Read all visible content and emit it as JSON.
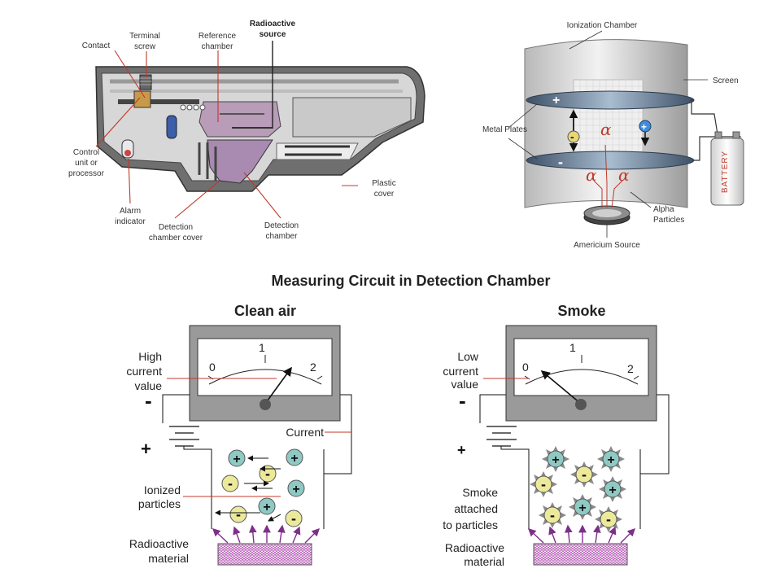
{
  "detector": {
    "labels": {
      "radioactive_source": [
        "Radioactive",
        "source"
      ],
      "reference_chamber": [
        "Reference",
        "chamber"
      ],
      "terminal_screw": [
        "Terminal",
        "screw"
      ],
      "contact": "Contact",
      "control_unit": [
        "Control",
        "unit or",
        "processor"
      ],
      "alarm_indicator": [
        "Alarm",
        "indicator"
      ],
      "detection_chamber_cover": [
        "Detection",
        "chamber cover"
      ],
      "detection_chamber": [
        "Detection",
        "chamber"
      ],
      "plastic_cover": [
        "Plastic",
        "cover"
      ]
    }
  },
  "ionization": {
    "labels": {
      "chamber": "Ionization Chamber",
      "screen": "Screen",
      "metal_plates": "Metal Plates",
      "alpha_particles": [
        "Alpha",
        "Particles"
      ],
      "americium_source": "Americium Source",
      "battery": "BATTERY"
    },
    "symbols": {
      "plus": "+",
      "minus": "-",
      "alpha": "α"
    }
  },
  "circuit": {
    "title": "Measuring Circuit in Detection Chamber",
    "clean": {
      "heading": "Clean air",
      "meter_ticks": [
        "0",
        "1",
        "2"
      ],
      "current_label": [
        "High",
        "current",
        "value"
      ],
      "wire_label": "Current",
      "particles_label": [
        "Ionized",
        "particles"
      ],
      "source_label": [
        "Radioactive",
        "material"
      ],
      "minus": "-",
      "plus": "+"
    },
    "smoke": {
      "heading": "Smoke",
      "meter_ticks": [
        "0",
        "1",
        "2"
      ],
      "current_label": [
        "Low",
        "current",
        "value"
      ],
      "particles_label": [
        "Smoke",
        "attached",
        "to particles"
      ],
      "source_label": [
        "Radioactive",
        "material"
      ],
      "minus": "-",
      "plus": "+"
    },
    "colors": {
      "positive_ion": "#8ec9c4",
      "negative_ion": "#ece99a",
      "arrow": "#7d2f8a",
      "leader": "#c0392b",
      "smoke_spikes": "#8a8a8a"
    }
  }
}
